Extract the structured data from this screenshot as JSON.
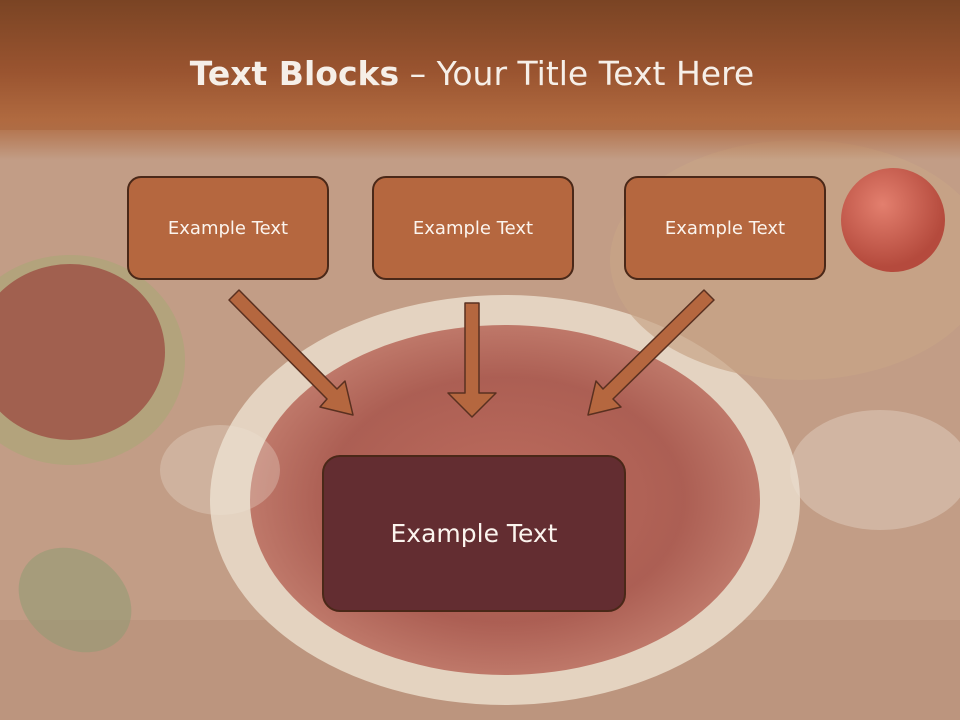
{
  "title": {
    "bold": "Text Blocks",
    "dash": " – ",
    "rest": "Your Title Text Here"
  },
  "blocks": [
    "Example Text",
    "Example Text",
    "Example Text"
  ],
  "main_block": "Example Text",
  "colors": {
    "header": "#9a5430",
    "block": "#b5673f",
    "main_block": "#632d31",
    "arrow": "#b5673f",
    "border": "#4a2818"
  }
}
